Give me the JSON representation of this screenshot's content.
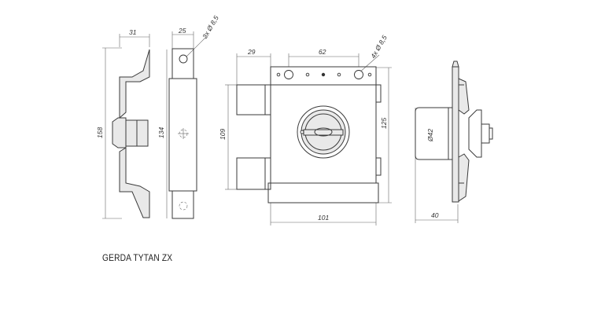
{
  "caption": "GERDA TYTAN ZX",
  "dimensions": {
    "strike_depth": "31",
    "strike_height": "158",
    "plate_width": "25",
    "plate_holes": "3x  Ø 8,5",
    "plate_height": "134",
    "offset_29": "29",
    "holes_spacing": "62",
    "body_holes": "4x  Ø 8,5",
    "body_height_109": "109",
    "body_height_125": "125",
    "body_width": "101",
    "knob_diameter": "Ø42",
    "depth_40": "40"
  }
}
